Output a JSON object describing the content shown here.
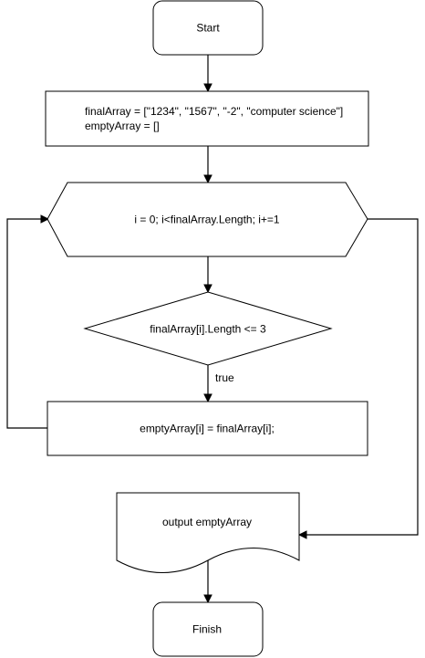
{
  "diagram": {
    "nodes": {
      "start": {
        "label": "Start"
      },
      "init": {
        "line1": "finalArray = [\"1234\", \"1567\", \"-2\", \"computer science\"]",
        "line2": "emptyArray = []"
      },
      "loop": {
        "label": "i = 0; i<finalArray.Length; i+=1"
      },
      "condition": {
        "label": "finalArray[i].Length <= 3"
      },
      "assign": {
        "label": "emptyArray[i] = finalArray[i];"
      },
      "output": {
        "label": "output emptyArray"
      },
      "finish": {
        "label": "Finish"
      }
    },
    "edges": {
      "condition_to_assign": {
        "label": "true"
      }
    }
  }
}
